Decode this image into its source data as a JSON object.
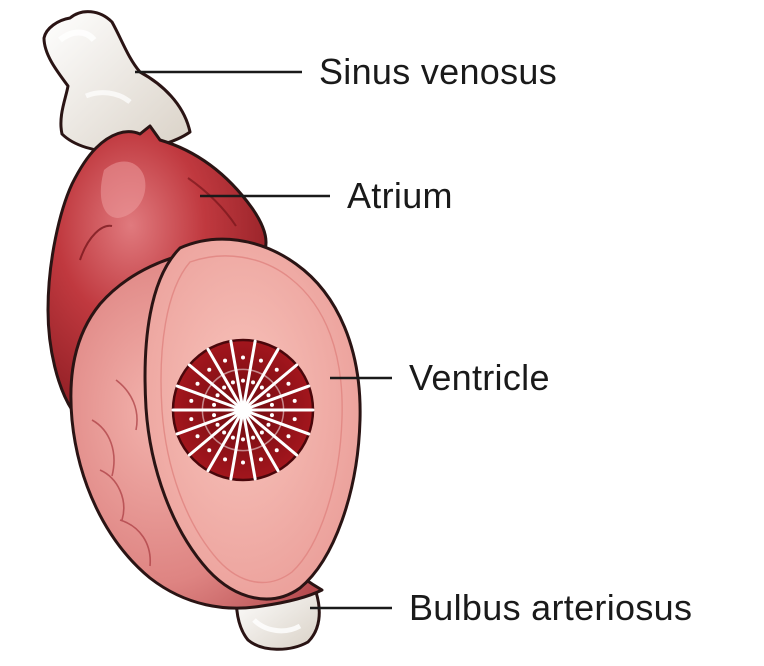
{
  "diagram": {
    "labels": {
      "sinus_venosus": "Sinus venosus",
      "atrium": "Atrium",
      "ventricle": "Ventricle",
      "bulbus_arteriosus": "Bulbus arteriosus"
    },
    "colors": {
      "vessel": "#f1ece4",
      "atrium": "#b8343a",
      "ventricle_outer": "#d9787a",
      "ventricle_cut": "#f2a9a4",
      "lumen": "#8e1218",
      "outline": "#2a1414"
    }
  }
}
